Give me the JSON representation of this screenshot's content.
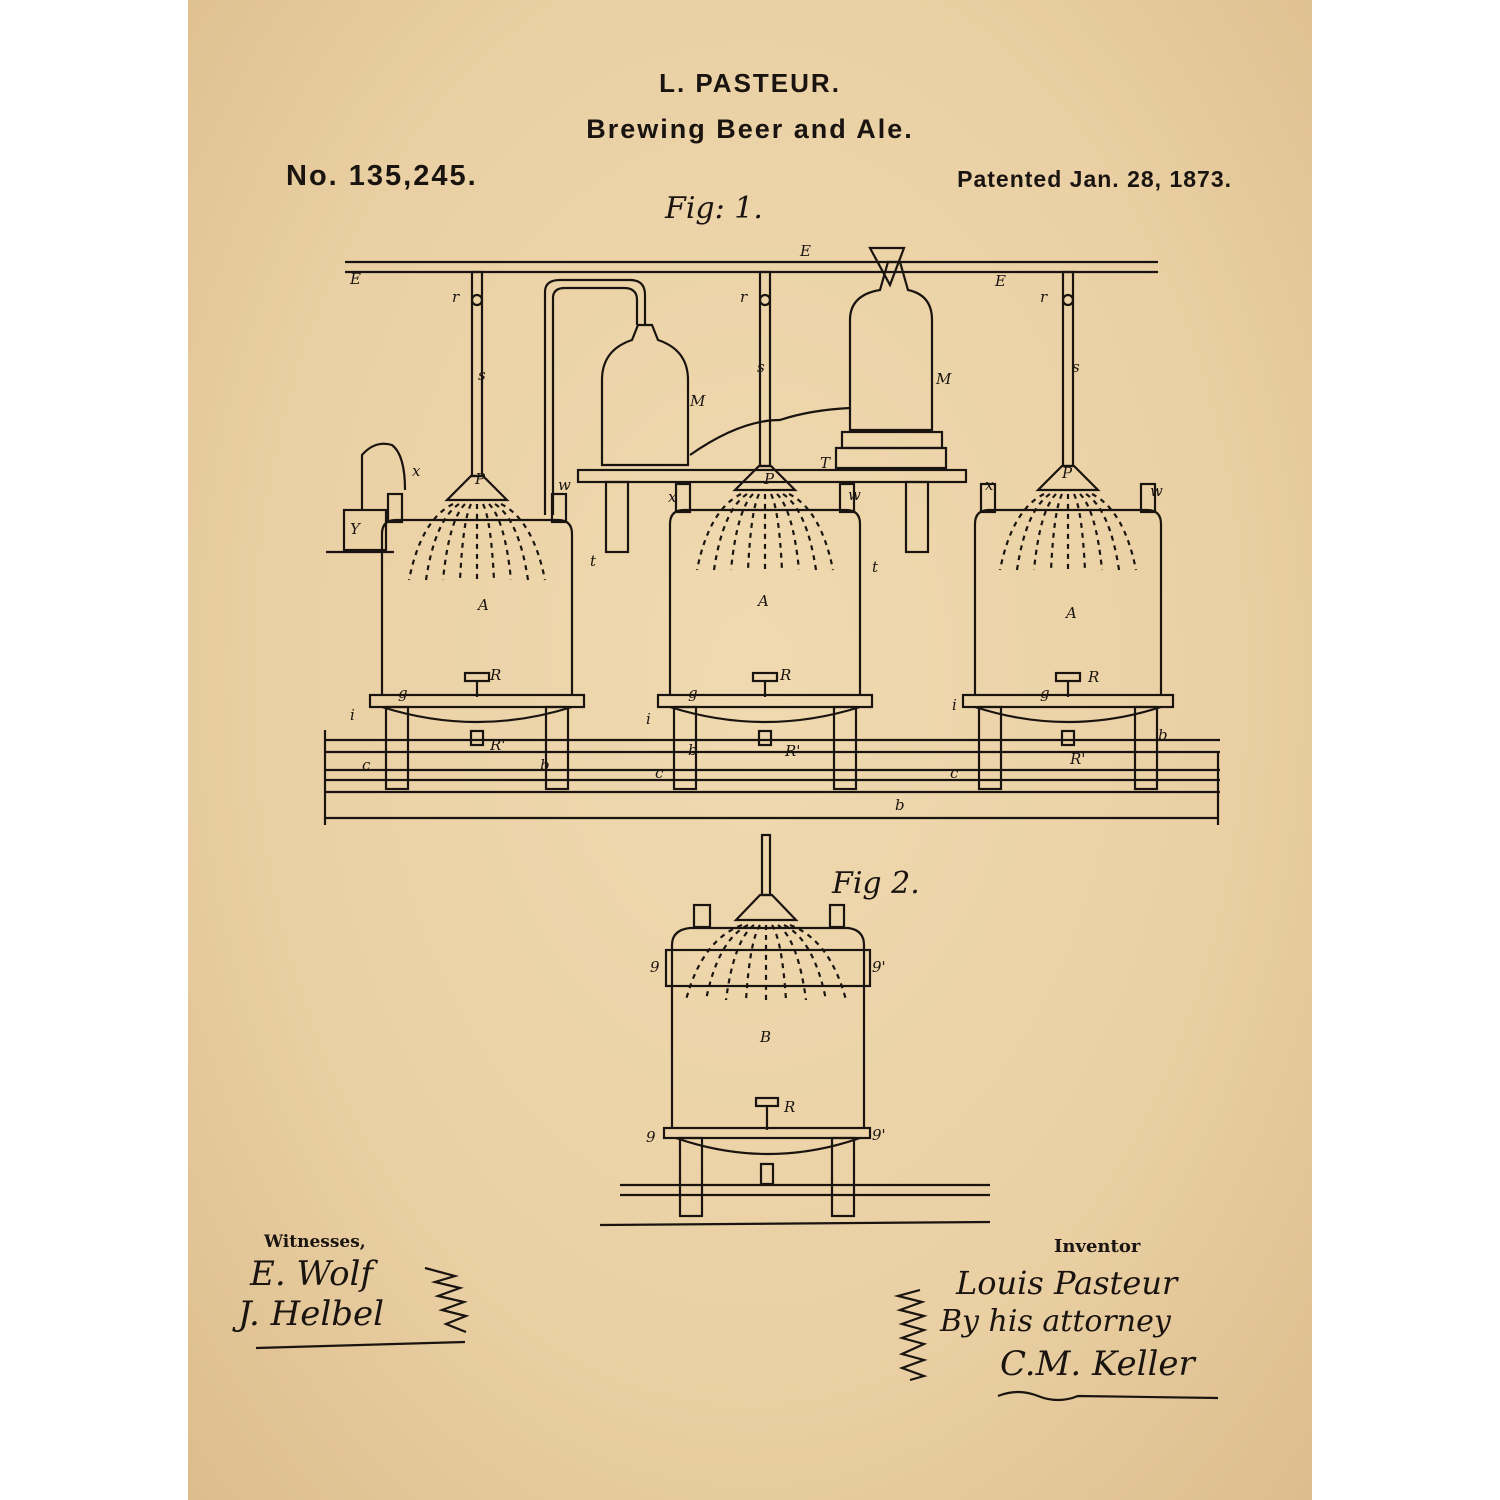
{
  "header": {
    "inventor": "L. PASTEUR.",
    "title": "Brewing Beer and Ale.",
    "patent_number": "No. 135,245.",
    "patent_date": "Patented Jan. 28, 1873."
  },
  "figures": {
    "fig1_label": "Fig: 1.",
    "fig2_label": "Fig 2."
  },
  "part_labels": {
    "fig1": [
      "E",
      "E",
      "E",
      "r",
      "r",
      "r",
      "s",
      "s",
      "s",
      "M",
      "M",
      "T",
      "P",
      "P",
      "P",
      "w",
      "w",
      "w",
      "x",
      "x",
      "x",
      "t",
      "t",
      "A",
      "A",
      "A",
      "R",
      "R",
      "R",
      "g",
      "g",
      "g",
      "i",
      "i",
      "i",
      "b",
      "b",
      "b",
      "b",
      "c",
      "c",
      "c",
      "R'",
      "R'",
      "R'",
      "Y"
    ],
    "fig2": [
      "9",
      "9'",
      "9",
      "9'",
      "B",
      "R"
    ]
  },
  "signatures": {
    "witnesses_label": "Witnesses,",
    "witness_1": "E. Wolf",
    "witness_2": "J. Helbel",
    "inventor_label": "Inventor",
    "inventor_name": "Louis Pasteur",
    "by_attorney": "By his attorney",
    "attorney_name": "C.M. Keller"
  },
  "colors": {
    "paper": "#ecd3a8",
    "ink": "#1a1410"
  }
}
